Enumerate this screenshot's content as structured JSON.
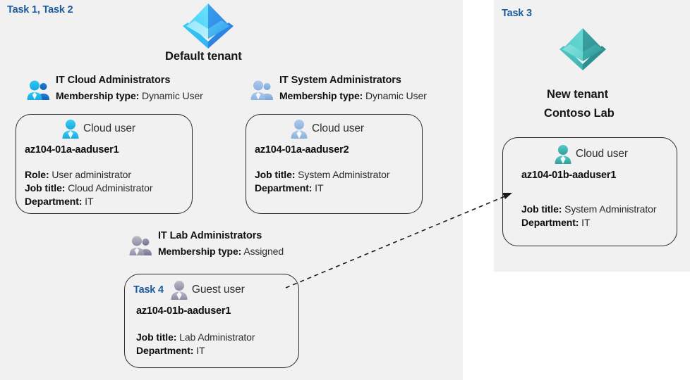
{
  "panels": {
    "left": {
      "task_label": "Task 1, Task 2"
    },
    "right": {
      "task_label": "Task 3"
    }
  },
  "tenants": {
    "default": {
      "icon": "azure-ad-tenant-icon",
      "title": "Default tenant"
    },
    "new": {
      "icon": "azure-ad-tenant-icon",
      "title_line1": "New  tenant",
      "title_line2": "Contoso Lab"
    }
  },
  "groups": [
    {
      "icon": "group-users-icon",
      "name": "IT Cloud Administrators",
      "meta_label": "Membership type:",
      "meta_value": "Dynamic User"
    },
    {
      "icon": "group-users-icon",
      "name": "IT System Administrators",
      "meta_label": "Membership type:",
      "meta_value": "Dynamic User"
    },
    {
      "icon": "group-users-icon",
      "name": "IT Lab Administrators",
      "meta_label": "Membership type:",
      "meta_value": "Assigned"
    }
  ],
  "cards": [
    {
      "id": "aaduser1",
      "user_icon": "cloud-user-icon",
      "head_text": "Cloud user",
      "upn": "az104-01a-aaduser1",
      "attrs": [
        {
          "label": "Role:",
          "value": "User administrator"
        },
        {
          "label": "Job title:",
          "value": "Cloud Administrator"
        },
        {
          "label": "Department:",
          "value": "IT"
        }
      ]
    },
    {
      "id": "aaduser2",
      "user_icon": "cloud-user-icon",
      "head_text": "Cloud user",
      "upn": "az104-01a-aaduser2",
      "attrs": [
        {
          "label": "Job title:",
          "value": "System Administrator"
        },
        {
          "label": "Department:",
          "value": "IT"
        }
      ]
    },
    {
      "id": "b-aaduser1",
      "user_icon": "cloud-user-icon",
      "head_text": "Cloud user",
      "upn": "az104-01b-aaduser1",
      "attrs": [
        {
          "label": "Job title:",
          "value": "System Administrator"
        },
        {
          "label": "Department:",
          "value": "IT"
        }
      ]
    },
    {
      "id": "guest",
      "user_icon": "guest-user-icon",
      "task_label": "Task 4",
      "head_text": "Guest user",
      "upn": "az104-01b-aaduser1",
      "attrs": [
        {
          "label": "Job title:",
          "value": "Lab Administrator"
        },
        {
          "label": "Department:",
          "value": "IT"
        }
      ]
    }
  ],
  "connector": {
    "name": "guest-to-cloud-user-arrow",
    "style": "dashed-arrow"
  },
  "colors": {
    "panel_background": "#f1f1f1",
    "page_background": "#ffffff",
    "task_label": "#1b5a9c",
    "card_border": "#2b2b2b",
    "tenant_blue": "#32b8f0",
    "tenant_teal": "#3cb8b4"
  }
}
